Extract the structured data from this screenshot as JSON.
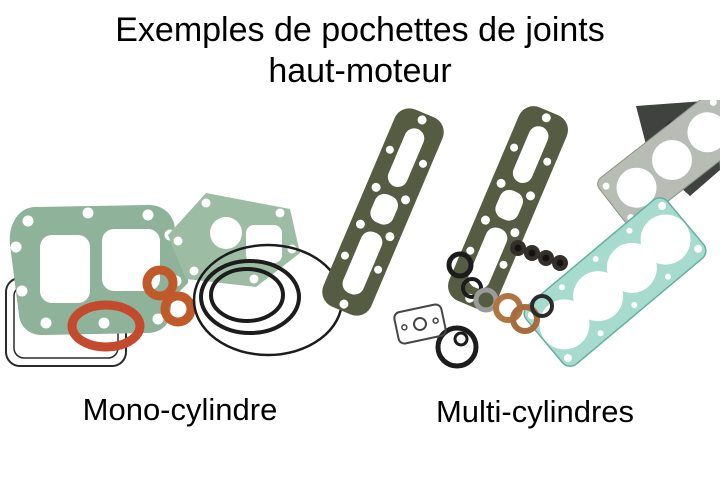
{
  "page": {
    "title_line1": "Exemples de pochettes de joints",
    "title_line2": "haut-moteur"
  },
  "figures": {
    "mono": {
      "label": "Mono-cylindre"
    },
    "multi": {
      "label": "Multi-cylindres"
    }
  },
  "colors": {
    "page_bg": "#ffffff",
    "text": "#000000",
    "gasket_green": "#8fb29a",
    "gasket_green_2": "#9cbda4",
    "gasket_teal": "#a6dbcd",
    "teal_edge": "#64b0a0",
    "gasket_olive": "#565c41",
    "gasket_gray": "#b7bcb4",
    "engine_dark": "#3f423e",
    "ring_black": "#1c1c1c",
    "ring_red": "#c34a2c",
    "washer_orange": "#c05a28",
    "washer_copper": "#b0763f"
  }
}
